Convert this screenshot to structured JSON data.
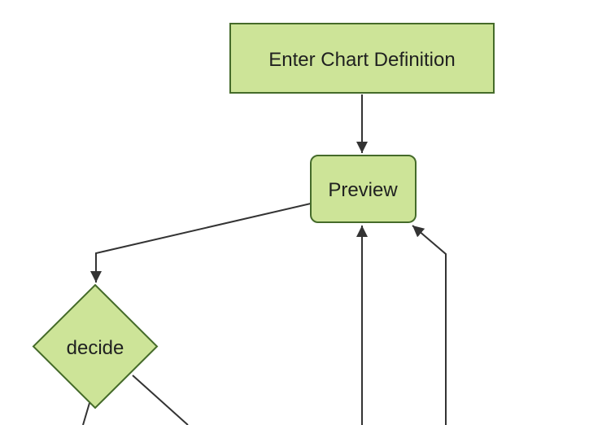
{
  "diagram": {
    "type": "flowchart",
    "direction": "top-down",
    "theme": "forest",
    "nodes": [
      {
        "id": "enter",
        "label": "Enter Chart Definition",
        "shape": "rectangle"
      },
      {
        "id": "preview",
        "label": "Preview",
        "shape": "rounded-rectangle"
      },
      {
        "id": "decide",
        "label": "decide",
        "shape": "diamond"
      }
    ],
    "edges": [
      {
        "from": "enter",
        "to": "preview",
        "arrowhead": true
      },
      {
        "from": "preview",
        "to": "decide",
        "arrowhead": true
      },
      {
        "from": "offscreen-bottom-mid",
        "to": "preview",
        "arrowhead": true
      },
      {
        "from": "offscreen-bottom-right",
        "to": "preview",
        "arrowhead": true
      },
      {
        "from": "decide",
        "to": "offscreen-bottom-left",
        "arrowhead": false
      },
      {
        "from": "decide",
        "to": "offscreen-bottom-right",
        "arrowhead": false
      }
    ]
  },
  "colors": {
    "node_fill": "#cde498",
    "node_border": "#456b2a",
    "edge_line": "#333333",
    "text": "#1f2020",
    "background": "#ffffff"
  }
}
